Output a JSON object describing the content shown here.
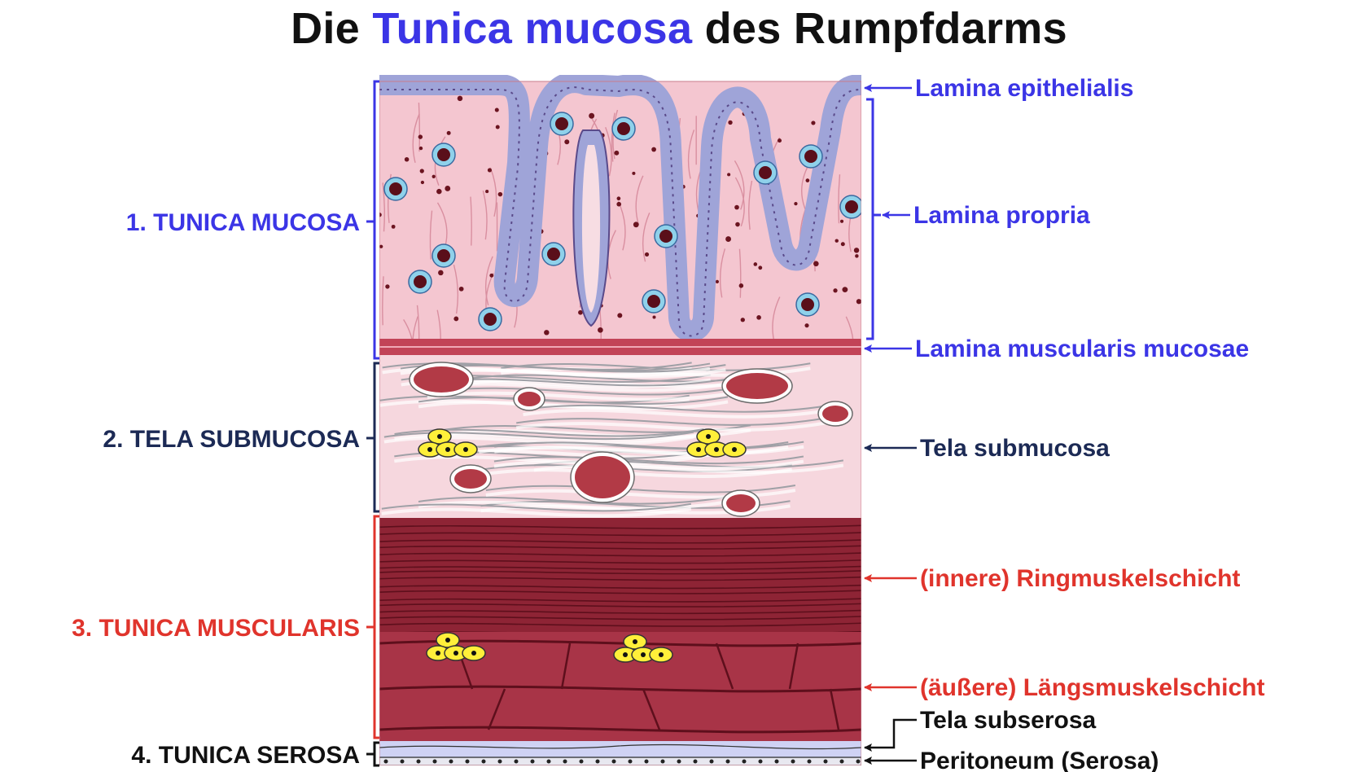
{
  "title": {
    "prefix": "Die",
    "highlight": "Tunica mucosa",
    "suffix": "des Rumpfdarms"
  },
  "colors": {
    "mucosa": "#3b35e6",
    "submucosa": "#1c2a55",
    "muscularis": "#e0342c",
    "serosa": "#111111",
    "muscle_tissue": "#9a2a3a",
    "lamina_propria": "#f4c6d0",
    "epithelium": "#9fa4d8",
    "submucosa_tissue": "#f6d7de",
    "serosa_tissue": "#cfd2f4"
  },
  "layers": [
    {
      "number": "1.",
      "name": "TUNICA MUCOSA",
      "color": "mucosa"
    },
    {
      "number": "2.",
      "name": "TELA SUBMUCOSA",
      "color": "submucosa"
    },
    {
      "number": "3.",
      "name": "TUNICA MUSCULARIS",
      "color": "muscularis"
    },
    {
      "number": "4.",
      "name": "TUNICA SEROSA",
      "color": "serosa"
    }
  ],
  "sublayers": [
    {
      "label": "Lamina epithelialis",
      "color": "mucosa"
    },
    {
      "label": "Lamina propria",
      "color": "mucosa"
    },
    {
      "label": "Lamina muscularis mucosae",
      "color": "mucosa"
    },
    {
      "label": "Tela submucosa",
      "color": "submucosa"
    },
    {
      "label": "(innere) Ringmuskelschicht",
      "color": "muscularis"
    },
    {
      "label": "(äußere) Längsmuskelschicht",
      "color": "muscularis"
    },
    {
      "label": "Tela subserosa",
      "color": "serosa"
    },
    {
      "label": "Peritoneum (Serosa)",
      "color": "serosa"
    }
  ]
}
